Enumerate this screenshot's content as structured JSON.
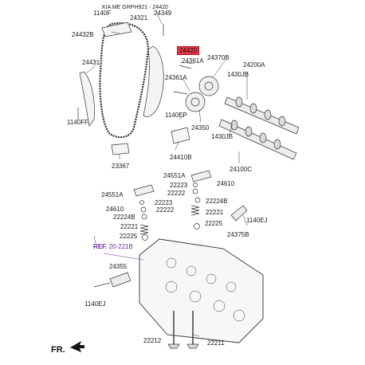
{
  "header": "KIA ME GRPH921 - 24420",
  "labels": {
    "l1140f_top": "1140F",
    "l24321": "24321",
    "l24349": "24349",
    "l24432b": "24432B",
    "l24420": "24420",
    "l24361a_1": "24361A",
    "l24370b": "24370B",
    "l24200a": "24200A",
    "l24431": "24431",
    "l1430jb_1": "1430JB",
    "l24361a_2": "24361A",
    "l1140ff": "1140FF",
    "l1140ep": "1140EP",
    "l24350": "24350",
    "l1430jb_2": "1430JB",
    "l24410b": "24410B",
    "l23367": "23367",
    "l24100c": "24100C",
    "l24551a_1": "24551A",
    "l22223_1": "22223",
    "l24610_1": "24610",
    "l22222_1": "22222",
    "l24551a_2": "24551A",
    "l22224b_1": "22224B",
    "l22223_2": "22223",
    "l24610_2": "24610",
    "l22222_2": "22222",
    "l22221_1": "22221",
    "l22224b_2": "22224B",
    "l1140ej_1": "1140EJ",
    "l22225_1": "22225",
    "l22221_2": "22221",
    "l24375b": "24375B",
    "l22225_2": "22225",
    "l24355": "24355",
    "l1140ej_2": "1140EJ",
    "l22212": "22212",
    "l22211": "22211"
  },
  "reference": {
    "prefix": "REF.",
    "code": "20-221B"
  },
  "front_marker": "FR.",
  "colors": {
    "highlight": "#e8394a",
    "reference": "#6a2a9a",
    "line": "#333333"
  }
}
